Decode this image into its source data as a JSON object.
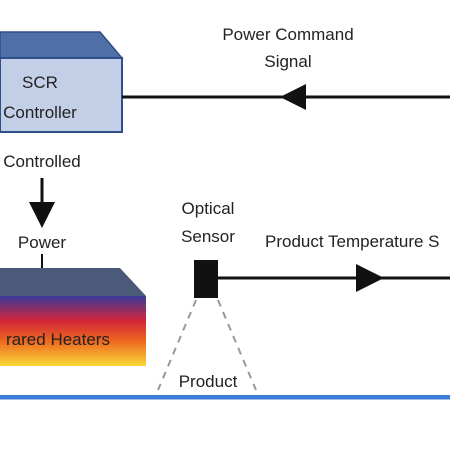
{
  "controller": {
    "line1": "SCR",
    "line2": "Controller",
    "face_color": "#c3cfe6",
    "top_color": "#4f6fa6",
    "border_color": "#2d4f8a"
  },
  "heater": {
    "label": "rared Heaters",
    "top_color": "#4b5a78",
    "gradient_colors": [
      "#3a3a9a",
      "#d2253a",
      "#ee6a1e",
      "#f9d83a"
    ]
  },
  "labels": {
    "controlled": "Controlled",
    "power": "Power",
    "power_command_line1": "Power Command",
    "power_command_line2": "Signal",
    "optical_line1": "Optical",
    "optical_line2": "Sensor",
    "product_temperature": "Product Temperature S",
    "product": "Product"
  },
  "colors": {
    "line": "#111111",
    "conveyor": "#3b7dd8",
    "cone": "#999999"
  }
}
